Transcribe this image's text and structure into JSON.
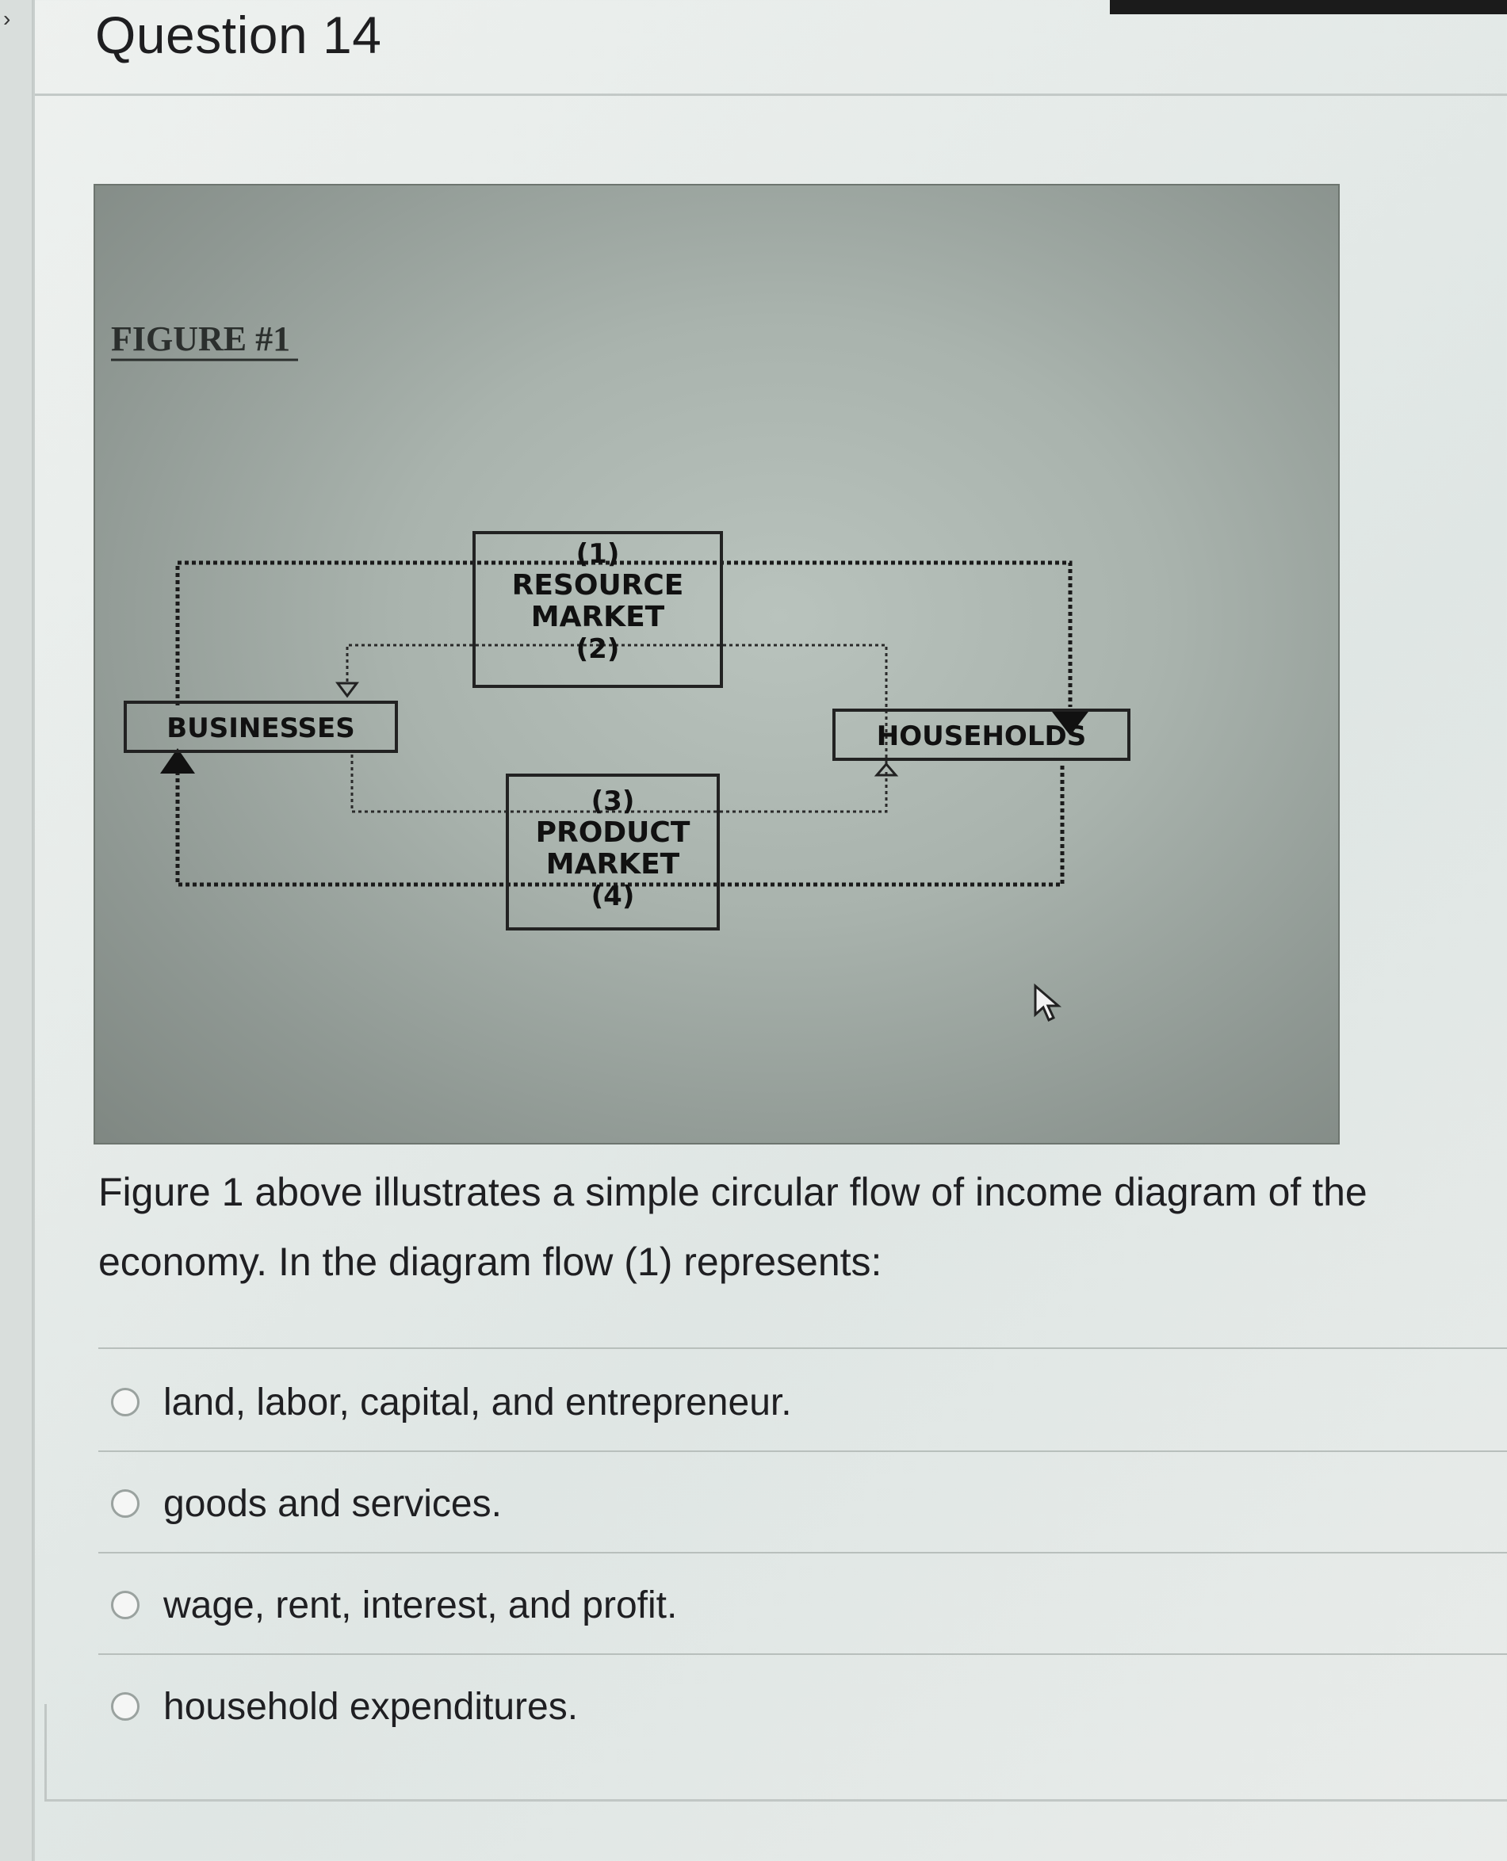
{
  "question": {
    "title": "Question 14",
    "prompt_line1": "Figure 1 above illustrates a simple circular flow of income diagram of the",
    "prompt_line2": "economy. In the diagram flow (1) represents:"
  },
  "figure": {
    "label": "FIGURE #1",
    "resource_market": {
      "flow_top": "(1)",
      "line1": "RESOURCE",
      "line2": "MARKET",
      "flow_bottom": "(2)"
    },
    "product_market": {
      "flow_top": "(3)",
      "line1": "PRODUCT",
      "line2": "MARKET",
      "flow_bottom": "(4)"
    },
    "businesses": "BUSINESSES",
    "households": "HOUSEHOLDS"
  },
  "options": [
    {
      "label": "land, labor, capital, and entrepreneur."
    },
    {
      "label": "goods and services."
    },
    {
      "label": "wage, rent, interest, and profit."
    },
    {
      "label": "household expenditures."
    }
  ],
  "icons": {
    "radio": "radio-unselected-icon",
    "cursor": "mouse-pointer-icon"
  }
}
